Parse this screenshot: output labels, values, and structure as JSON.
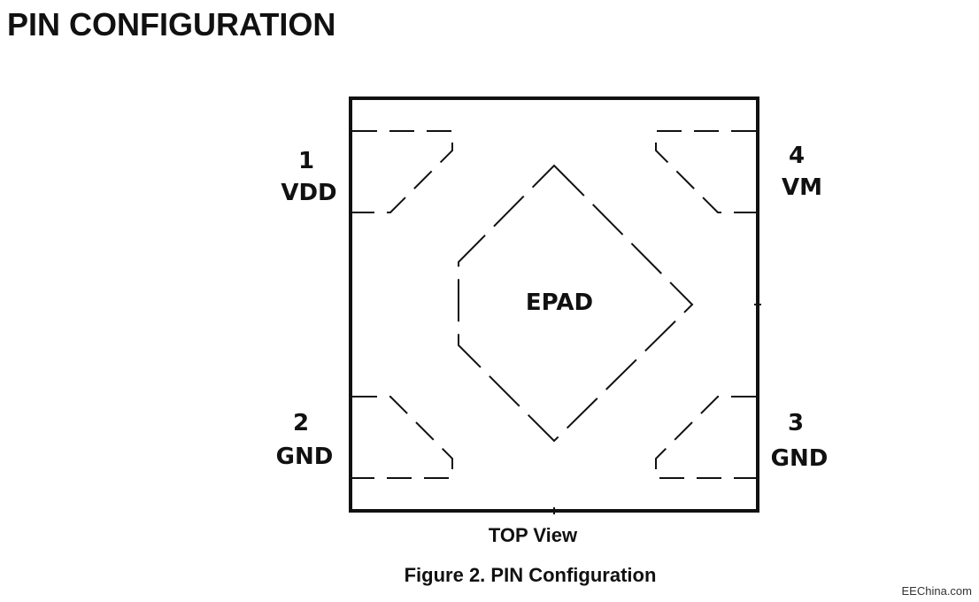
{
  "title": "PIN CONFIGURATION",
  "pins": [
    {
      "number": "1",
      "name": "VDD"
    },
    {
      "number": "2",
      "name": "GND"
    },
    {
      "number": "3",
      "name": "GND"
    },
    {
      "number": "4",
      "name": "VM"
    }
  ],
  "epad": "EPAD",
  "view_label": "TOP View",
  "figure_caption": "Figure 2.  PIN Configuration",
  "watermark": "EEChina.com",
  "colors": {
    "outline": "#111111",
    "background": "#ffffff"
  }
}
